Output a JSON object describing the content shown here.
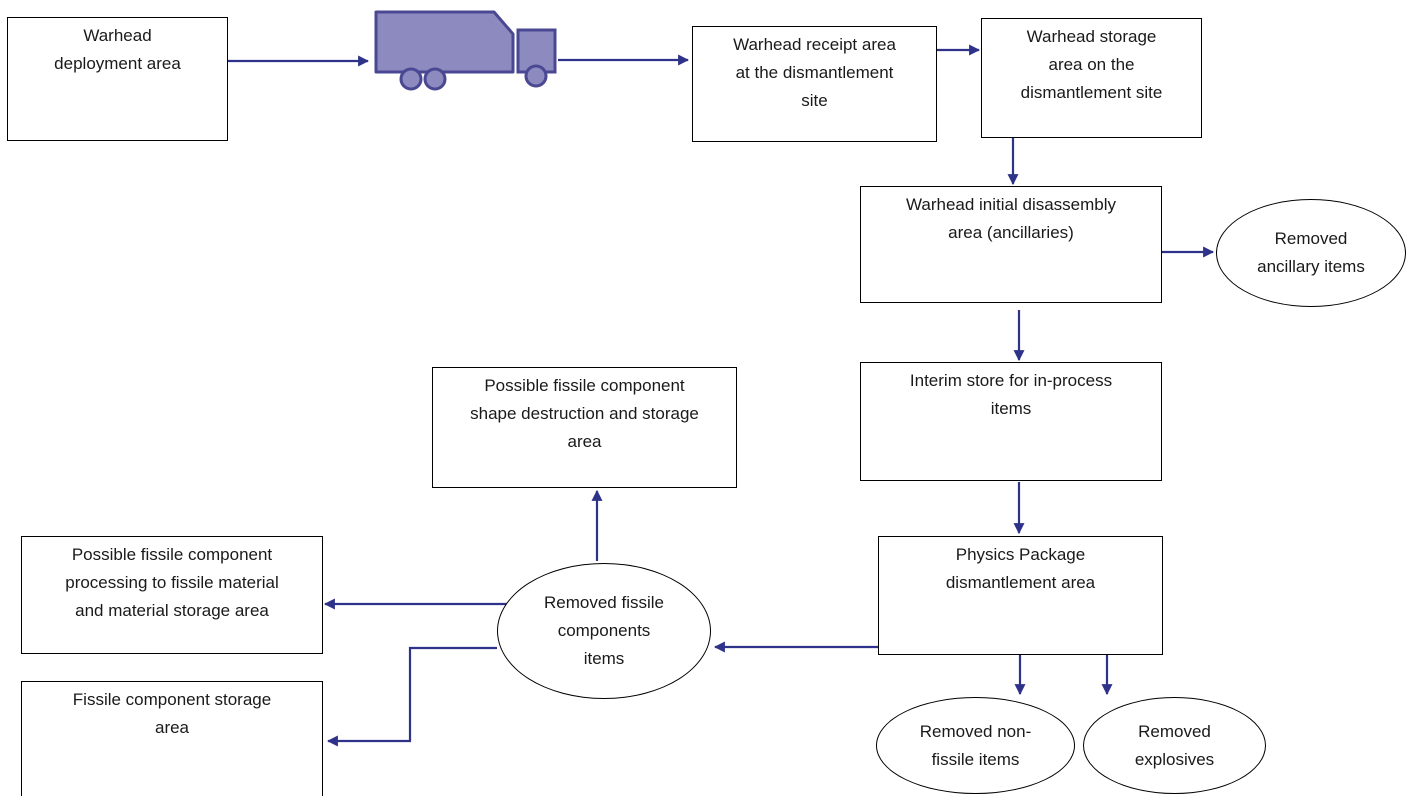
{
  "colors": {
    "arrow": "#2e3288",
    "truck_fill": "#8d8ac0",
    "truck_stroke": "#4a4793",
    "box_border": "#000000"
  },
  "icons": {
    "truck": "truck-icon"
  },
  "nodes": {
    "deployment": "Warhead\ndeployment area",
    "receipt": "Warhead receipt area\nat the dismantlement\nsite",
    "storage": "Warhead storage\narea on the\ndismantlement site",
    "initial_disassembly": "Warhead initial disassembly\narea (ancillaries)",
    "removed_ancillary": "Removed\nancillary items",
    "interim_store": "Interim store for in-process\nitems",
    "physics_package": "Physics Package\ndismantlement area",
    "removed_non_fissile": "Removed non-\nfissile items",
    "removed_explosives": "Removed\nexplosives",
    "removed_fissile": "Removed fissile\ncomponents\nitems",
    "shape_destruction": "Possible fissile component\nshape destruction and storage\narea",
    "processing": "Possible fissile component\nprocessing to fissile material\nand material storage area",
    "component_storage": "Fissile component storage\narea"
  }
}
